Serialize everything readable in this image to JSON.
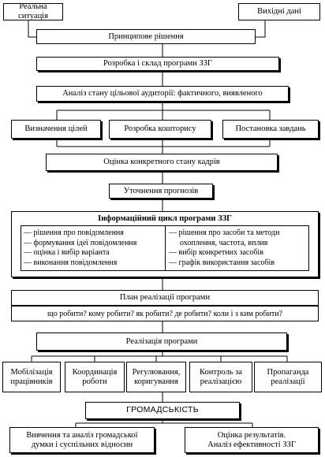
{
  "diagram": {
    "top_left": "Реальна ситуація",
    "top_right": "Вихідні дані",
    "principle": "Принципове рішення",
    "development": "Розробка і склад програми ЗЗГ",
    "analysis": "Аналіз стану цільової аудиторії: фактичного, виявленого",
    "goals": "Визначення цілей",
    "budget": "Розробка кошторису",
    "tasks": "Постановка завдань",
    "staff": "Оцінка конкретного стану кадрів",
    "forecast": "Уточнення прогнозів",
    "info_cycle": {
      "title": "Інформаційний цикл програми ЗЗГ",
      "left_items": [
        "— рішення про повідомлення",
        "— формування ідеї повідомлення",
        "— оцінка і вибір варіанта",
        "— виконання повідомлення"
      ],
      "right_items": [
        "— рішення про засоби та методи",
        "охоплення, частота, вплив",
        "— вибір конкретних засобів",
        "— графік використання засобів"
      ]
    },
    "plan": {
      "title": "План реалізації програми",
      "questions": "що робити? кому робити? як робити? де робити? коли і з ким робити?"
    },
    "implementation": "Реалізація програми",
    "functions": [
      [
        "Мобілізація",
        "працівників"
      ],
      [
        "Координація",
        "роботи"
      ],
      [
        "Регулювання,",
        "коригування"
      ],
      [
        "Контроль за",
        "реалізацією"
      ],
      [
        "Пропаганда",
        "реалізації"
      ]
    ],
    "public": "ГРОМАДСЬКІСТЬ",
    "study": [
      "Вивчення та аналіз громадської",
      "думки і суспільних відносин"
    ],
    "evaluation": [
      "Оцінка результатів.",
      "Аналіз ефективності ЗЗГ"
    ]
  }
}
